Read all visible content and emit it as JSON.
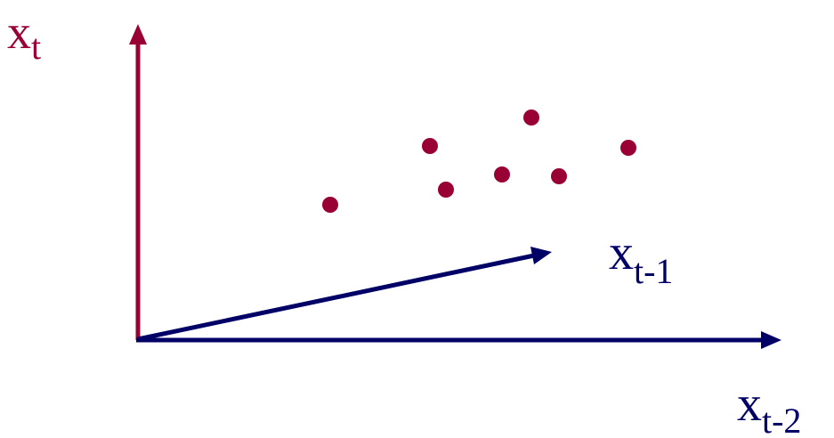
{
  "colors": {
    "vertical_axis": "#990033",
    "depth_axes": "#000066",
    "points": "#990033",
    "background": "#ffffff"
  },
  "labels": {
    "vertical": {
      "base": "x",
      "sub": "t"
    },
    "depth": {
      "base": "x",
      "sub": "t-1"
    },
    "horizontal": {
      "base": "x",
      "sub": "t-2"
    }
  },
  "points": [
    {
      "id": 1
    },
    {
      "id": 2
    },
    {
      "id": 3
    },
    {
      "id": 4
    },
    {
      "id": 5
    },
    {
      "id": 6
    },
    {
      "id": 7
    }
  ]
}
